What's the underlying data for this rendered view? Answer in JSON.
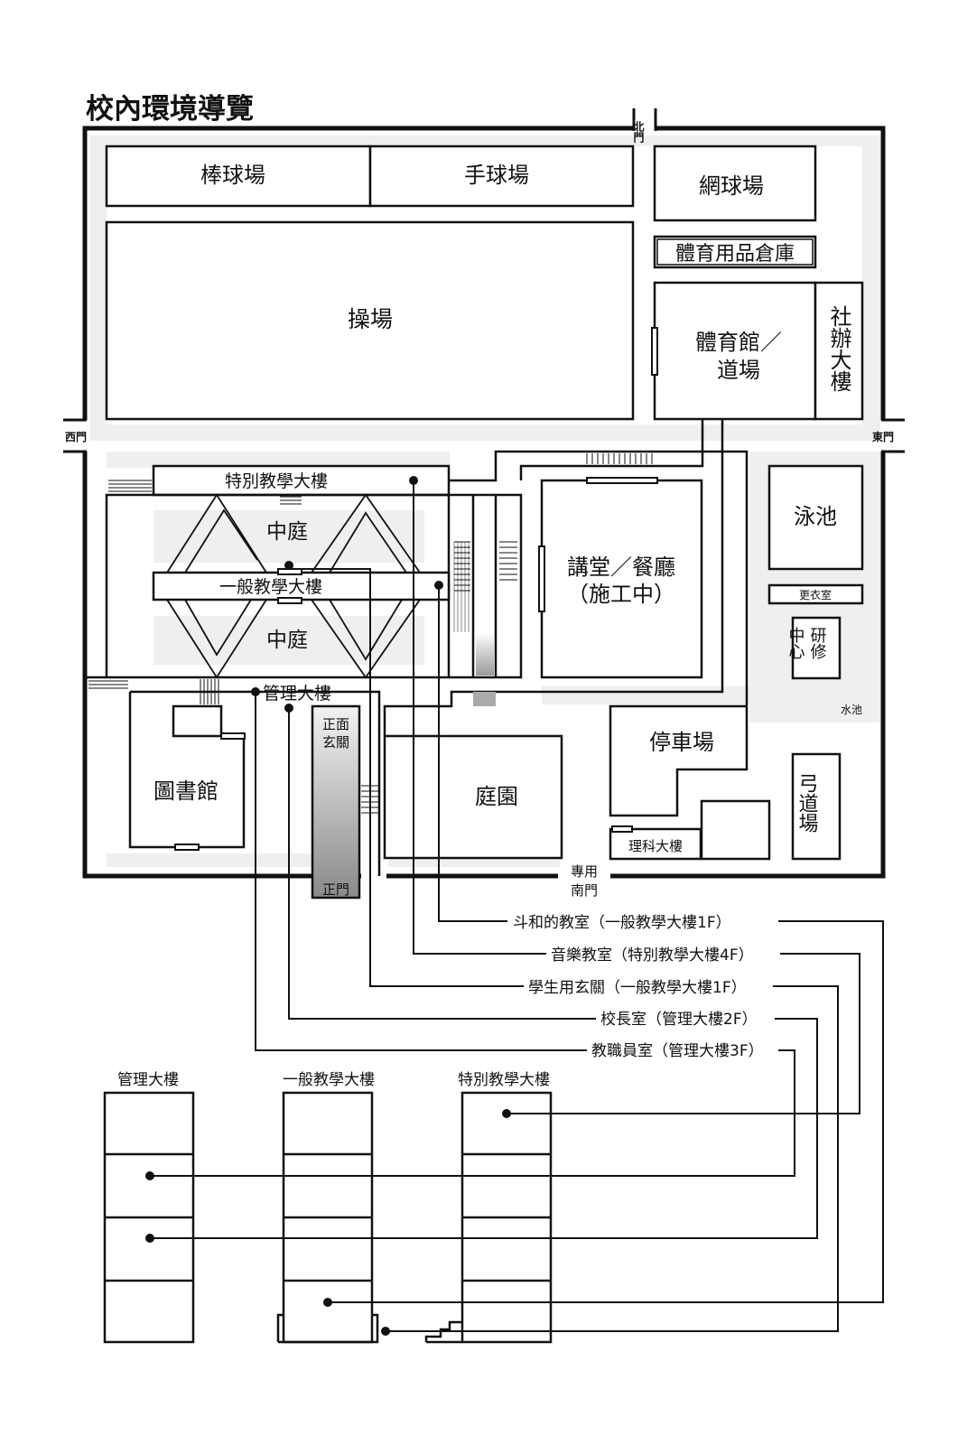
{
  "title": "校內環境導覽",
  "gates": {
    "north": "北門",
    "west": "西門",
    "east": "東門",
    "south_line1": "專用",
    "south_line2": "南門",
    "main": "正門"
  },
  "facilities": {
    "baseball": "棒球場",
    "handball": "手球場",
    "tennis": "網球場",
    "sports_storage": "體育用品倉庫",
    "field": "操場",
    "gym_line1": "體育館／",
    "gym_line2": "道場",
    "club_building": "社辦大樓",
    "special_building": "特別教學大樓",
    "courtyard_top": "中庭",
    "general_building": "一般教學大樓",
    "courtyard_bottom": "中庭",
    "admin_building": "管理大樓",
    "front_entrance_line1": "正面",
    "front_entrance_line2": "玄關",
    "library": "圖書館",
    "garden": "庭園",
    "auditorium_line1": "講堂／餐廳",
    "auditorium_line2": "（施工中）",
    "pool": "泳池",
    "locker_room": "更衣室",
    "training_center_col1": "中心",
    "training_center_col2": "研修",
    "pond": "水池",
    "parking": "停車場",
    "archery": "弓道場",
    "science_building": "理科大樓"
  },
  "callouts": [
    "斗和的教室（一般教學大樓1F）",
    "音樂教室（特別教學大樓4F）",
    "學生用玄關（一般教學大樓1F）",
    "校長室（管理大樓2F）",
    "教職員室（管理大樓3F）"
  ],
  "buildings_elevation": [
    {
      "label": "管理大樓",
      "floors": 4
    },
    {
      "label": "一般教學大樓",
      "floors": 4
    },
    {
      "label": "特別教學大樓",
      "floors": 4
    }
  ],
  "colors": {
    "line": "#111111",
    "path_shade": "#efefef",
    "gradient_dark": "#888888",
    "gradient_light": "#f0f0f0"
  }
}
